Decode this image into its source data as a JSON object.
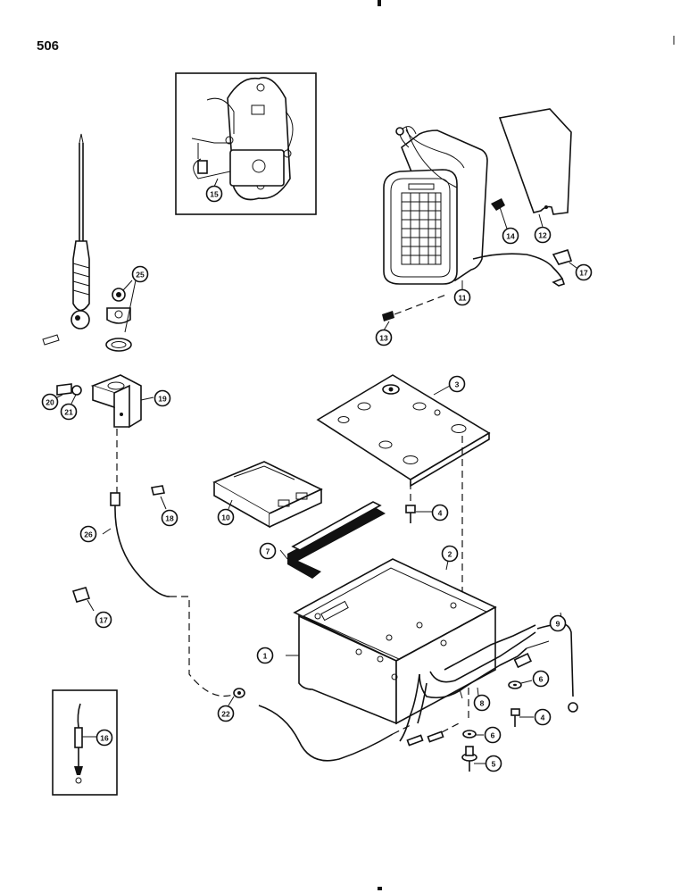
{
  "page_number": "506",
  "callouts": {
    "c1": "1",
    "c2": "2",
    "c3": "3",
    "c4a": "4",
    "c4b": "4",
    "c5": "5",
    "c6a": "6",
    "c6b": "6",
    "c7": "7",
    "c8": "8",
    "c9": "9",
    "c10": "10",
    "c11": "11",
    "c12": "12",
    "c13": "13",
    "c14": "14",
    "c15": "15",
    "c16": "16",
    "c17a": "17",
    "c17b": "17",
    "c18": "18",
    "c19": "19",
    "c20": "20",
    "c21": "21",
    "c22": "22",
    "c25": "25",
    "c26": "26"
  }
}
